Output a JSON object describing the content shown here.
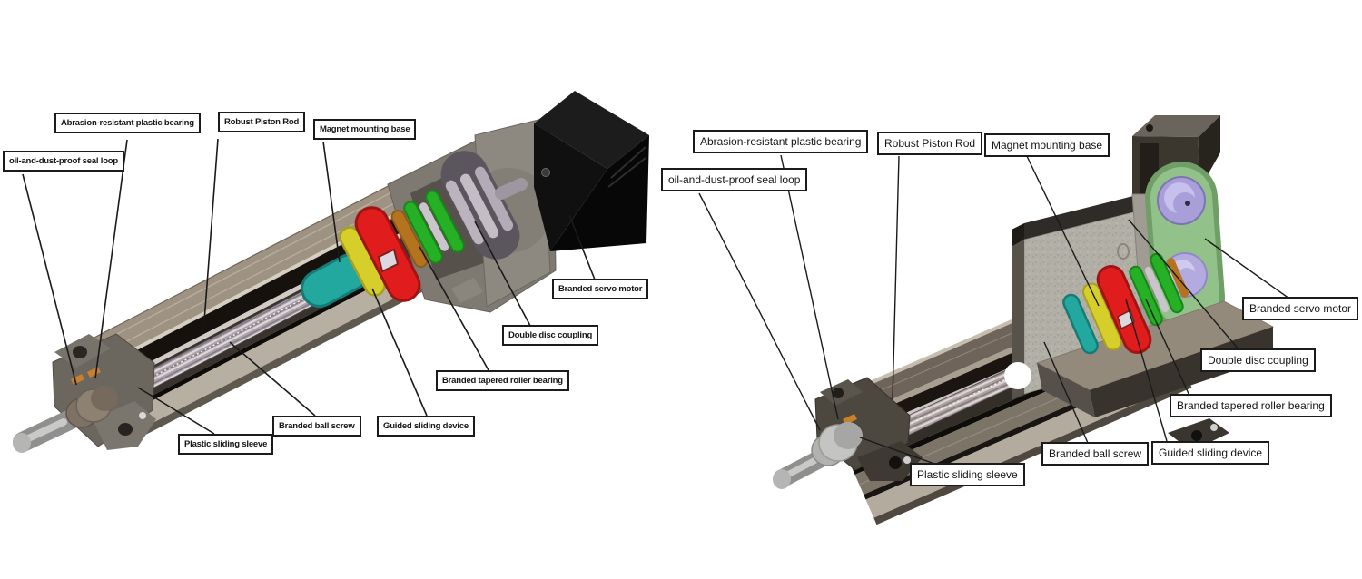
{
  "figure": {
    "description": "Two labeled isometric cutaway diagrams of branded servo electric cylinder actuators",
    "background": "#ffffff"
  },
  "left": {
    "variant": "in-line servo motor electric cylinder cutaway",
    "labels": {
      "abrasion": "Abrasion-resistant plastic bearing",
      "robust": "Robust Piston Rod",
      "magnet": "Magnet mounting base",
      "oil": "oil-and-dust-proof seal loop",
      "servo": "Branded servo motor",
      "coupling": "Double disc coupling",
      "tapered": "Branded tapered roller bearing",
      "guided": "Guided sliding device",
      "ballscrew": "Branded ball screw",
      "sleeve": "Plastic sliding sleeve"
    }
  },
  "right": {
    "variant": "parallel belt-driven servo electric cylinder cutaway",
    "labels": {
      "abrasion": "Abrasion-resistant plastic bearing",
      "robust": "Robust Piston Rod",
      "magnet": "Magnet mounting base",
      "oil": "oil-and-dust-proof seal loop",
      "servo": "Branded servo motor",
      "coupling": "Double disc coupling",
      "tapered": "Branded tapered roller bearing",
      "guided": "Guided sliding device",
      "ballscrew": "Branded ball screw",
      "sleeve": "Plastic sliding sleeve"
    }
  },
  "colors": {
    "label_border": "#1b1b1b",
    "leader_line": "#1a1a1a",
    "motor_black": "#0a0a0a",
    "body_tan": "#9e9282",
    "body_brown": "#6e6459",
    "housing_gray": "#7e7971",
    "teal_nut": "#1e9c94",
    "yellow_flange": "#d6ce2a",
    "red_guide": "#e01c1c",
    "orange_ring": "#b5731f",
    "green_bearing": "#22a822",
    "silver_disc": "#bbb3bd",
    "belt_green": "#8fbf87",
    "pulley_lavender": "#a99fd9",
    "screw_silver": "#a9a0a7"
  }
}
